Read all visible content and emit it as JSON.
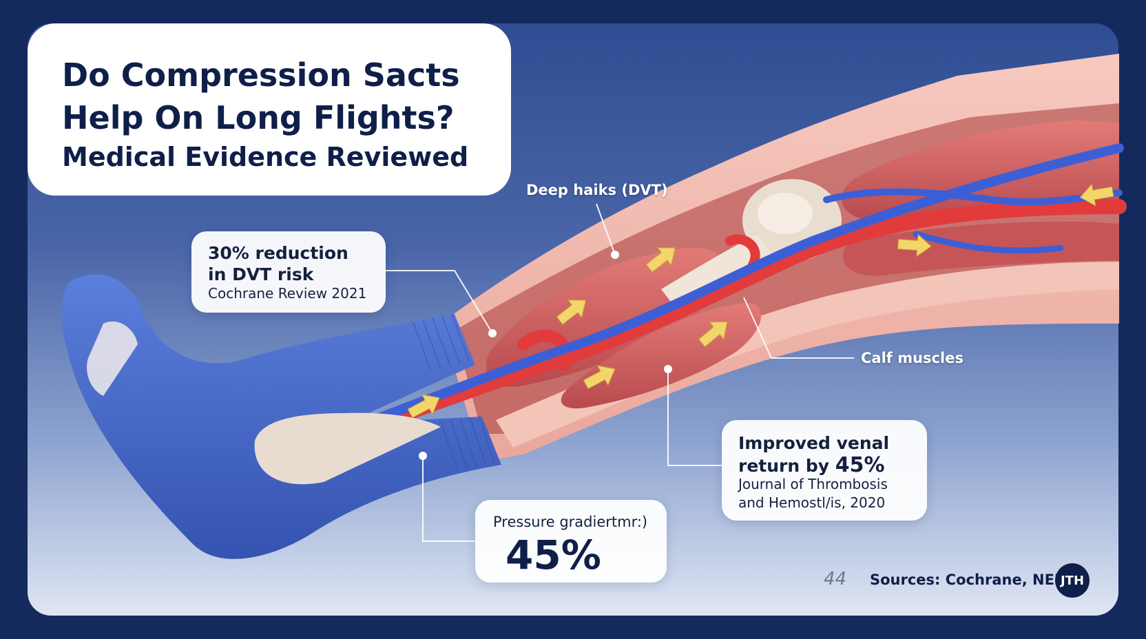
{
  "header": {
    "title_line1": "Do Compression Sacts",
    "title_line2": "Help On Long Flights?",
    "subtitle": "Medical Evidence Reviewed"
  },
  "labels": {
    "deep_veins": "Deep haiks (DVT)",
    "calf_muscles": "Calf muscles"
  },
  "callouts": {
    "dvt": {
      "line1": "30% reduction",
      "line2": "in DVT risk",
      "source": "Cochrane Review 2021"
    },
    "venal": {
      "line1": "Improved venal",
      "line2_prefix": "return by ",
      "line2_value": "45%",
      "source_line1": "Journal of Thrombosis",
      "source_line2": "and Hemostl/is, 2020"
    },
    "pressure": {
      "label": "Pressure gradiertmr:)",
      "value": "45%"
    }
  },
  "footer": {
    "glyph": "44",
    "sources": "Sources: Cochrane, NEM,",
    "badge": "JTH"
  },
  "colors": {
    "frame_dark": "#142a5c",
    "sock_blue": "#4466c4",
    "artery_red": "#e23b3c",
    "vein_blue": "#3d5fd6",
    "arrow_yellow": "#f3d56a",
    "skin": "#f0b6ac",
    "muscle": "#cf5d5f"
  },
  "icons": [
    "flow-arrow-icon",
    "marker-dot-icon"
  ]
}
